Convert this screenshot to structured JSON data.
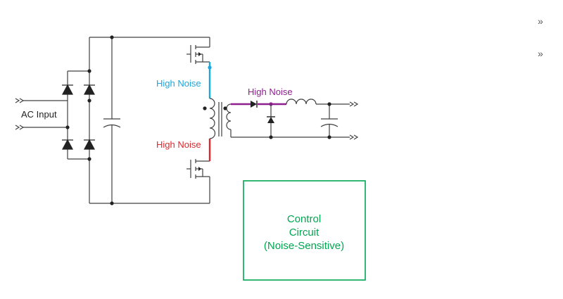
{
  "labels": {
    "ac_input": "AC Input",
    "high_noise_top": "High Noise",
    "high_noise_bottom": "High Noise",
    "high_noise_output": "High Noise",
    "control_line1": "Control",
    "control_line2": "Circuit",
    "control_line3": "(Noise-Sensitive)"
  },
  "corner_glyphs": {
    "top": "»",
    "second": "»"
  },
  "colors": {
    "wire": "#404040",
    "high_noise_top": "#1aa7de",
    "high_noise_bottom": "#e0262d",
    "high_noise_output": "#8e1f8e",
    "control": "#00a650"
  }
}
